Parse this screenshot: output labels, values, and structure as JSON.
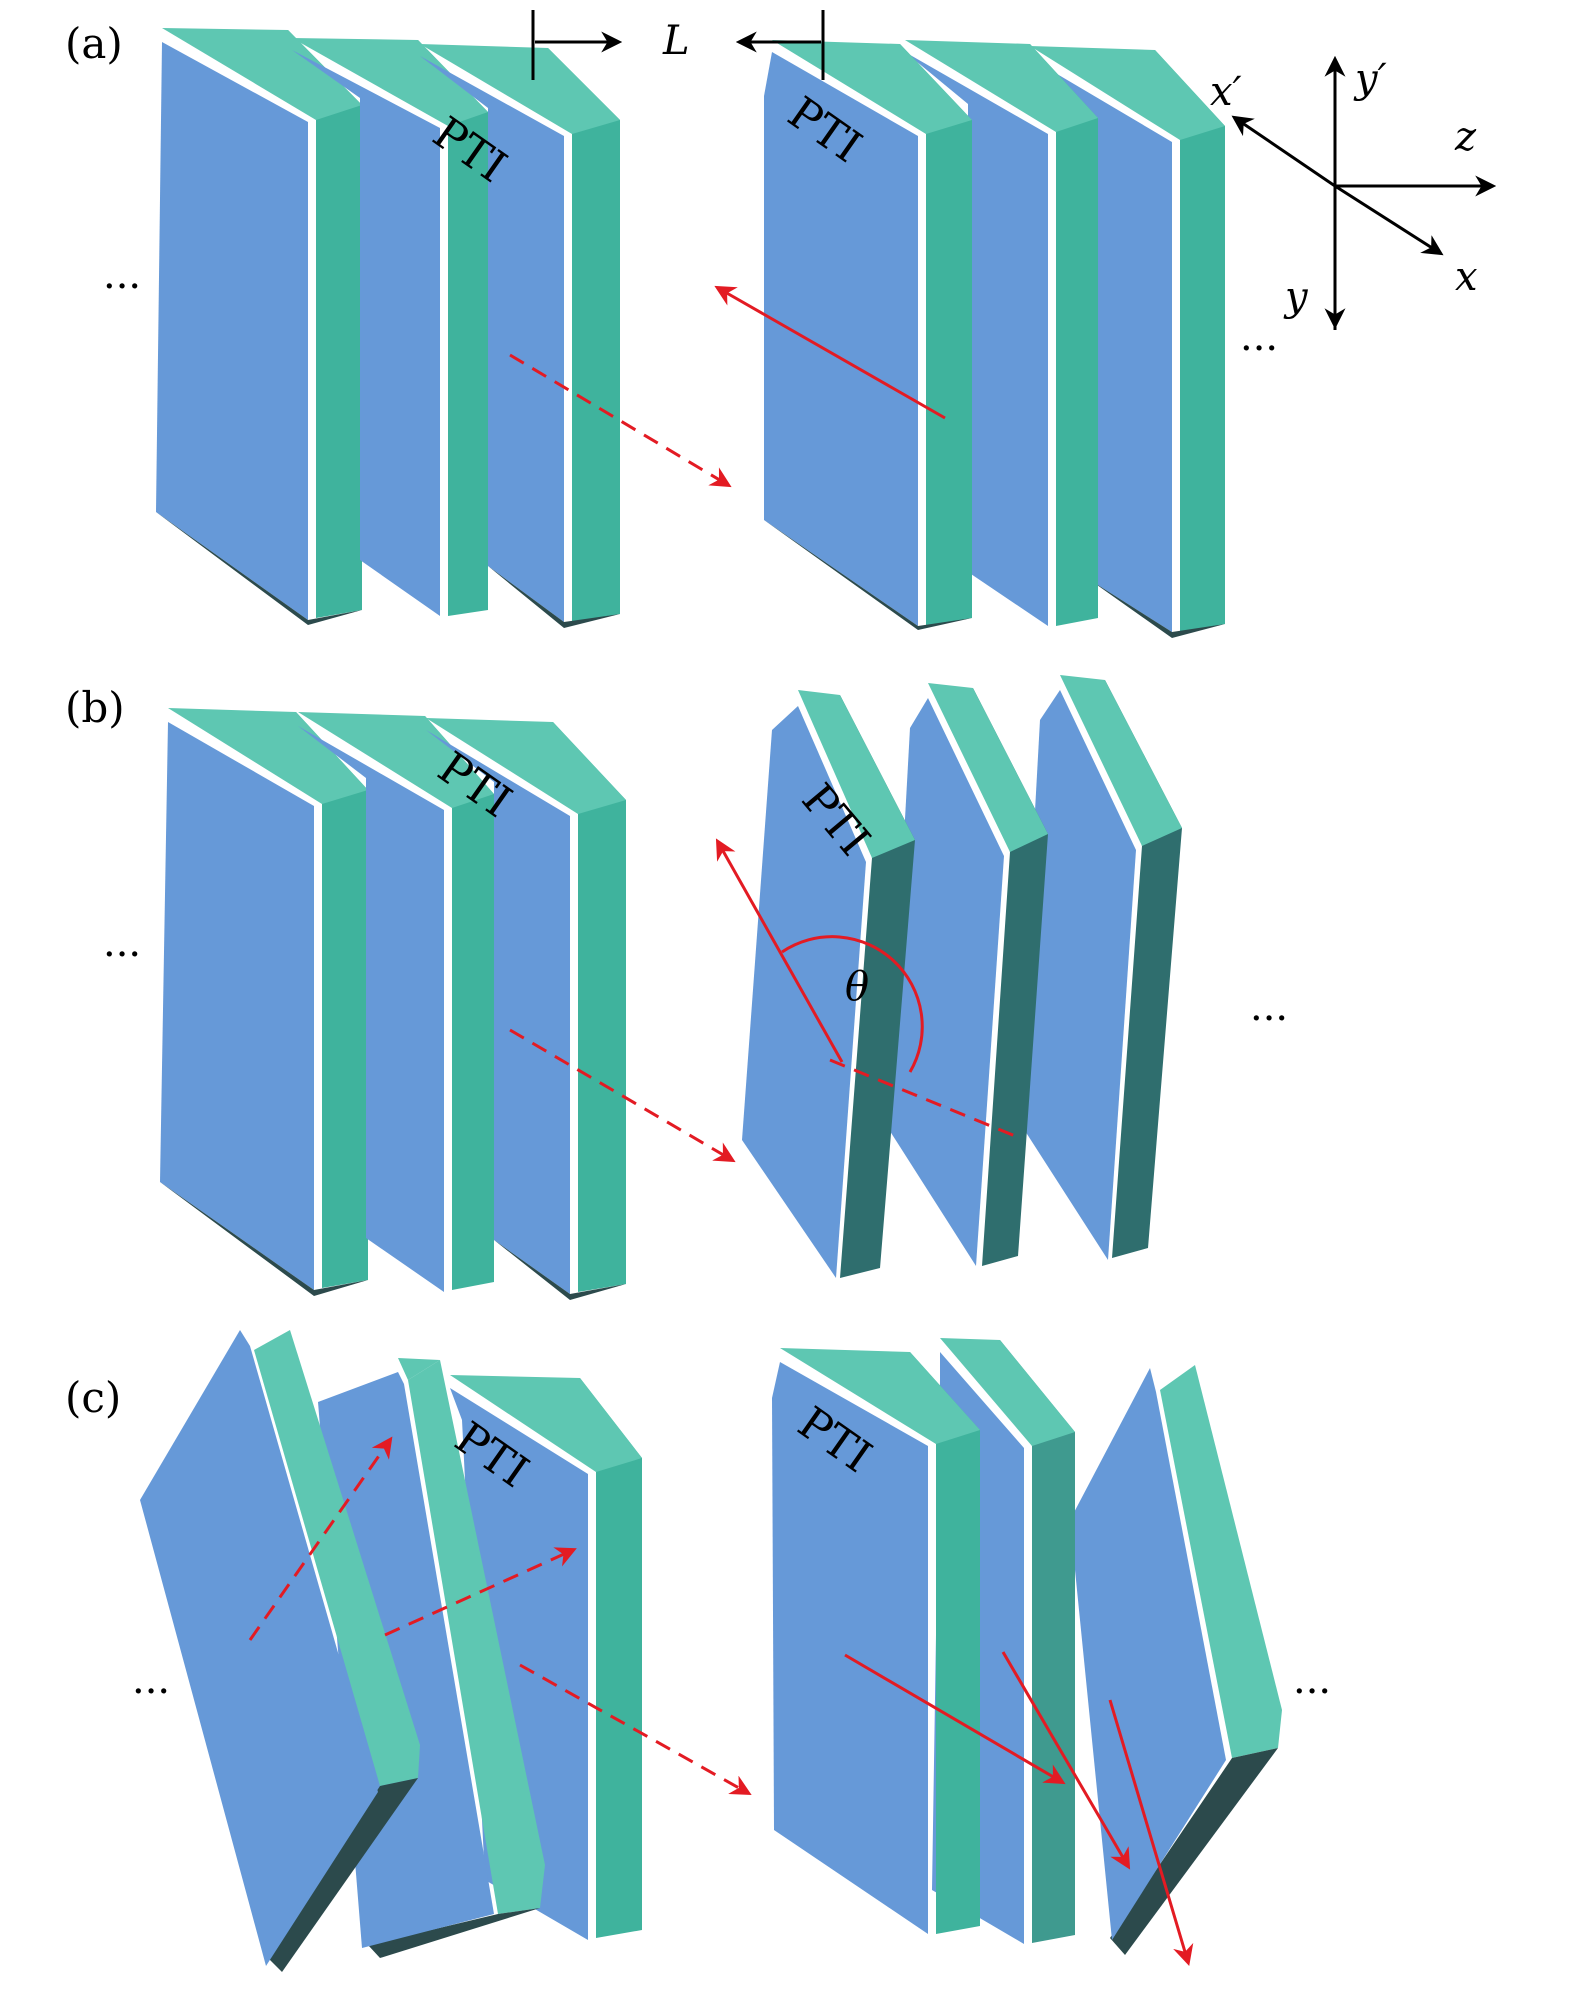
{
  "panels": [
    {
      "label": "(a)",
      "plate_label": "PTI",
      "plate_label_right": "PTI",
      "ellipsis_left": "···",
      "ellipsis_right": "···"
    },
    {
      "label": "(b)",
      "plate_label": "PTI",
      "plate_label_right": "PTI",
      "ellipsis_left": "···",
      "ellipsis_right": "···",
      "angle_symbol": "θ"
    },
    {
      "label": "(c)",
      "plate_label": "PTI",
      "plate_label_right": "PTI",
      "ellipsis_left": "···",
      "ellipsis_right": "···"
    }
  ],
  "spacing_label": "L",
  "axes": {
    "x_prime": "x′",
    "y_prime": "y′",
    "z": "z",
    "x": "x",
    "y": "y"
  },
  "colors": {
    "plate_face": "#6699d8",
    "plate_edge": "#5ec7b2",
    "plate_side_dark": "#3aa896",
    "plate_bottom": "#2c4a4c",
    "arrow": "#e31b23",
    "axis": "#000000"
  }
}
